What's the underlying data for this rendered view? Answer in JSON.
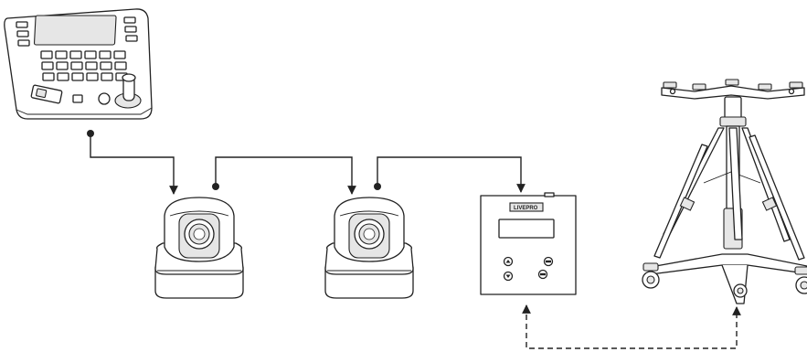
{
  "diagram": {
    "nodes": [
      {
        "id": "controller",
        "kind": "ptz-joystick-controller"
      },
      {
        "id": "camera-1",
        "kind": "ptz-camera"
      },
      {
        "id": "camera-2",
        "kind": "ptz-camera"
      },
      {
        "id": "control-box",
        "kind": "control-unit-with-lcd",
        "logo_text": "LIVEPRO"
      },
      {
        "id": "tripod-dolly",
        "kind": "tripod-with-dolly-and-bar"
      }
    ],
    "connections": [
      {
        "from": "controller",
        "to": "camera-1",
        "style": "solid"
      },
      {
        "from": "camera-1",
        "to": "camera-2",
        "style": "solid"
      },
      {
        "from": "camera-2",
        "to": "control-box",
        "style": "solid"
      },
      {
        "from": "control-box",
        "to": "tripod-dolly",
        "style": "dashed",
        "direction": "bidirectional"
      }
    ],
    "colors": {
      "line": "#222222",
      "fill": "#ffffff",
      "shade": "#e6e6e6"
    }
  }
}
